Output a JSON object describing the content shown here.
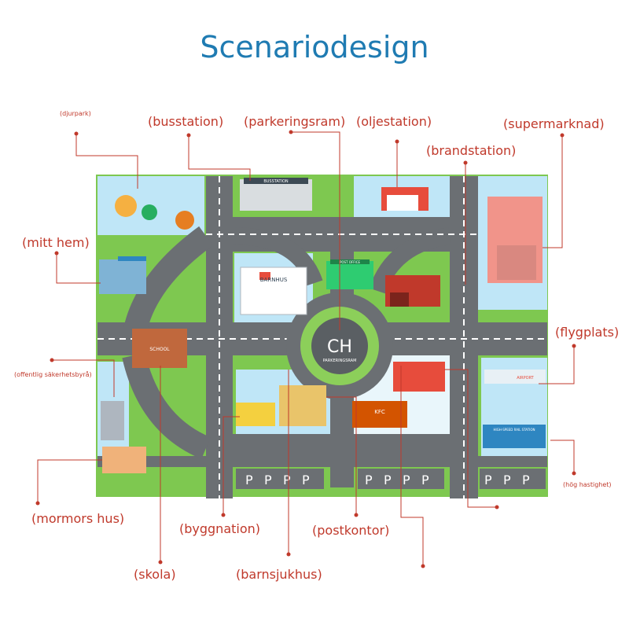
{
  "title": "Scenariodesign",
  "map": {
    "roundabout_text": "CH",
    "roundabout_subtext": "PARKERINGSRAM",
    "signs": {
      "bus": "BUSSTATION",
      "hospital": "BARNHUS",
      "post": "POST OFFICE",
      "school": "SCHOOL",
      "kfc": "KFC",
      "airport": "AIRPORT",
      "highspeed": "HIGH-SPEED RAIL STATION",
      "parking": "P"
    }
  },
  "labels": {
    "djurpark": "(djurpark)",
    "busstation": "(busstation)",
    "parkeringsram": "(parkeringsram)",
    "oljestation": "(oljestation)",
    "supermarknad": "(supermarknad)",
    "brandstation": "(brandstation)",
    "mitt_hem": "(mitt hem)",
    "flygplats": "(flygplats)",
    "sakerhetsbyra": "(offentlig säkerhetsbyrå)",
    "hog_hastighet": "(hög hastighet)",
    "mormors_hus": "(mormors hus)",
    "byggnation": "(byggnation)",
    "postkontor": "(postkontor)",
    "skola": "(skola)",
    "barnsjukhus": "(barnsjukhus)"
  },
  "colors": {
    "title": "#1f7bb2",
    "label": "#c0392b",
    "leader": "#c0392b",
    "road": "#6b6f73",
    "grass": "#7ec850",
    "sky": "#bfe6f7"
  }
}
